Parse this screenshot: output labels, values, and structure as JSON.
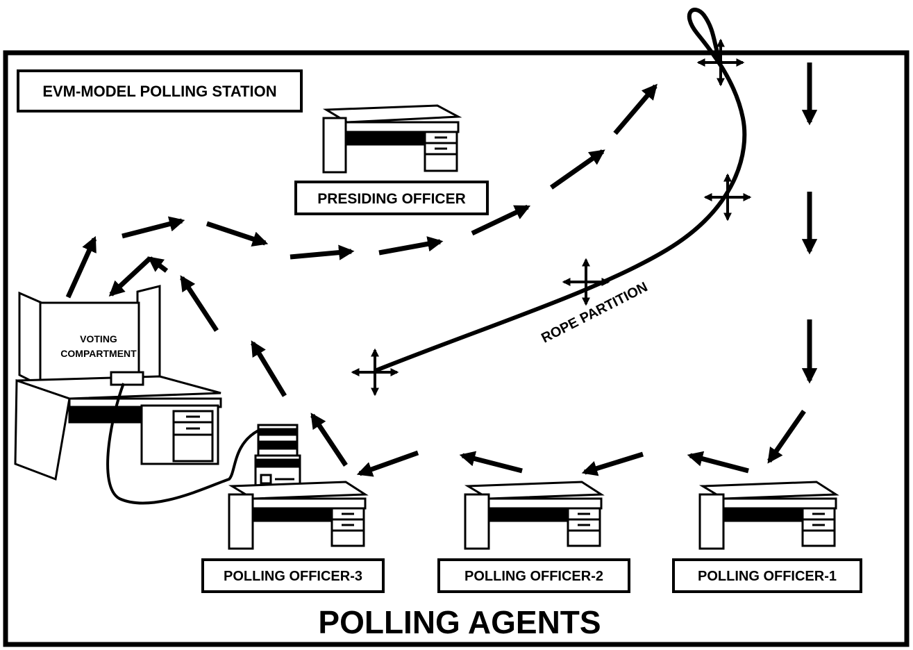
{
  "station_title": "EVM-MODEL POLLING STATION",
  "presiding_officer": "PRESIDING OFFICER",
  "voting_compartment_line1": "VOTING",
  "voting_compartment_line2": "COMPARTMENT",
  "rope_partition": "ROPE PARTITION",
  "polling_officers": [
    "POLLING OFFICER-1",
    "POLLING OFFICER-2",
    "POLLING OFFICER-3"
  ],
  "polling_agents": "POLLING AGENTS",
  "colors": {
    "ink": "#000000",
    "paper": "#ffffff"
  }
}
